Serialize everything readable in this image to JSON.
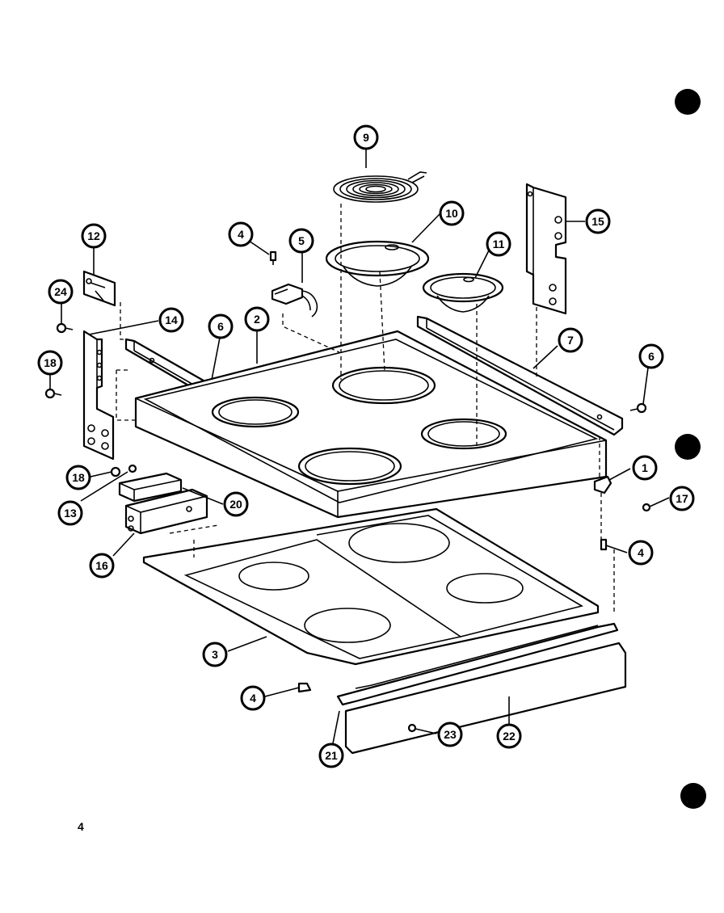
{
  "page_number": "4",
  "callouts": [
    {
      "id": "c9",
      "label": "9"
    },
    {
      "id": "c10",
      "label": "10"
    },
    {
      "id": "c11",
      "label": "11"
    },
    {
      "id": "c15",
      "label": "15"
    },
    {
      "id": "c4a",
      "label": "4"
    },
    {
      "id": "c5",
      "label": "5"
    },
    {
      "id": "c12",
      "label": "12"
    },
    {
      "id": "c24",
      "label": "24"
    },
    {
      "id": "c14",
      "label": "14"
    },
    {
      "id": "c6a",
      "label": "6"
    },
    {
      "id": "c2",
      "label": "2"
    },
    {
      "id": "c7",
      "label": "7"
    },
    {
      "id": "c6b",
      "label": "6"
    },
    {
      "id": "c18a",
      "label": "18"
    },
    {
      "id": "c18b",
      "label": "18"
    },
    {
      "id": "c13",
      "label": "13"
    },
    {
      "id": "c20",
      "label": "20"
    },
    {
      "id": "c16",
      "label": "16"
    },
    {
      "id": "c1",
      "label": "1"
    },
    {
      "id": "c17",
      "label": "17"
    },
    {
      "id": "c4b",
      "label": "4"
    },
    {
      "id": "c3",
      "label": "3"
    },
    {
      "id": "c4c",
      "label": "4"
    },
    {
      "id": "c21",
      "label": "21"
    },
    {
      "id": "c23",
      "label": "23"
    },
    {
      "id": "c22",
      "label": "22"
    }
  ],
  "icons": {
    "binder_holes": "binder-hole-icon",
    "callout": "callout-circle-icon"
  }
}
